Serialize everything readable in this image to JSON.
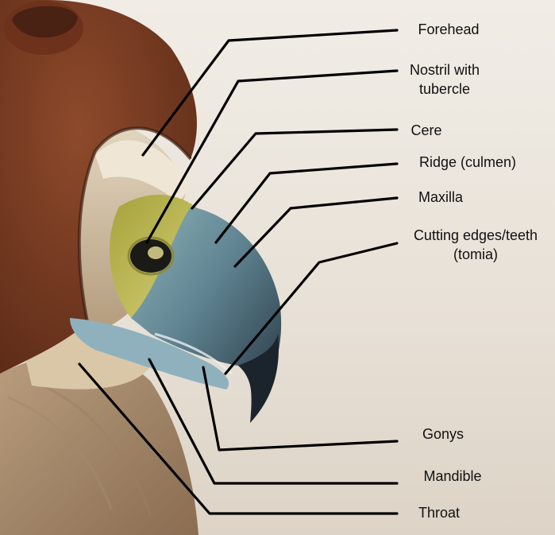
{
  "colors": {
    "leader_line": "#000000",
    "label_text": "#111111",
    "backdrop": "#ebe5dc",
    "hood_leather": "#7b3a22",
    "feathers": "#d1c1a6",
    "beak": "#4f6b79",
    "cere": "#c4bd5a"
  },
  "labels": [
    {
      "id": "forehead",
      "text": "Forehead"
    },
    {
      "id": "nostril",
      "text": "Nostril with tubercle"
    },
    {
      "id": "cere",
      "text": "Cere"
    },
    {
      "id": "ridge",
      "text": "Ridge (culmen)"
    },
    {
      "id": "maxilla",
      "text": "Maxilla"
    },
    {
      "id": "tomia",
      "text": "Cutting edges/teeth (tomia)"
    },
    {
      "id": "gonys",
      "text": "Gonys"
    },
    {
      "id": "mandible",
      "text": "Mandible"
    },
    {
      "id": "throat",
      "text": "Throat"
    }
  ]
}
